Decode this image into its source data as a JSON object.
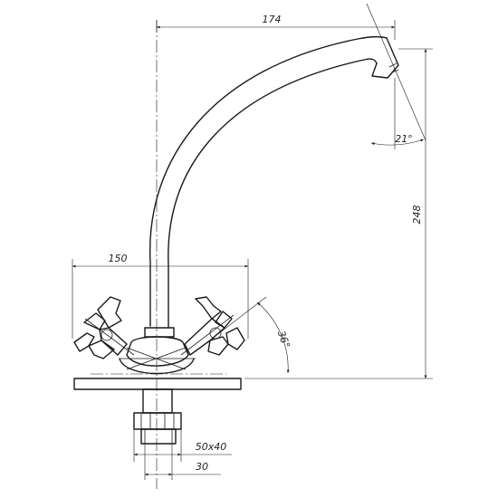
{
  "dimensions": {
    "spout_reach": "174",
    "height": "248",
    "handle_span": "150",
    "spout_angle": "21°",
    "handle_angle": "36°",
    "base_size": "50x40",
    "nut_size": "30"
  },
  "colors": {
    "line": "#1a1a1a",
    "background": "#ffffff"
  }
}
